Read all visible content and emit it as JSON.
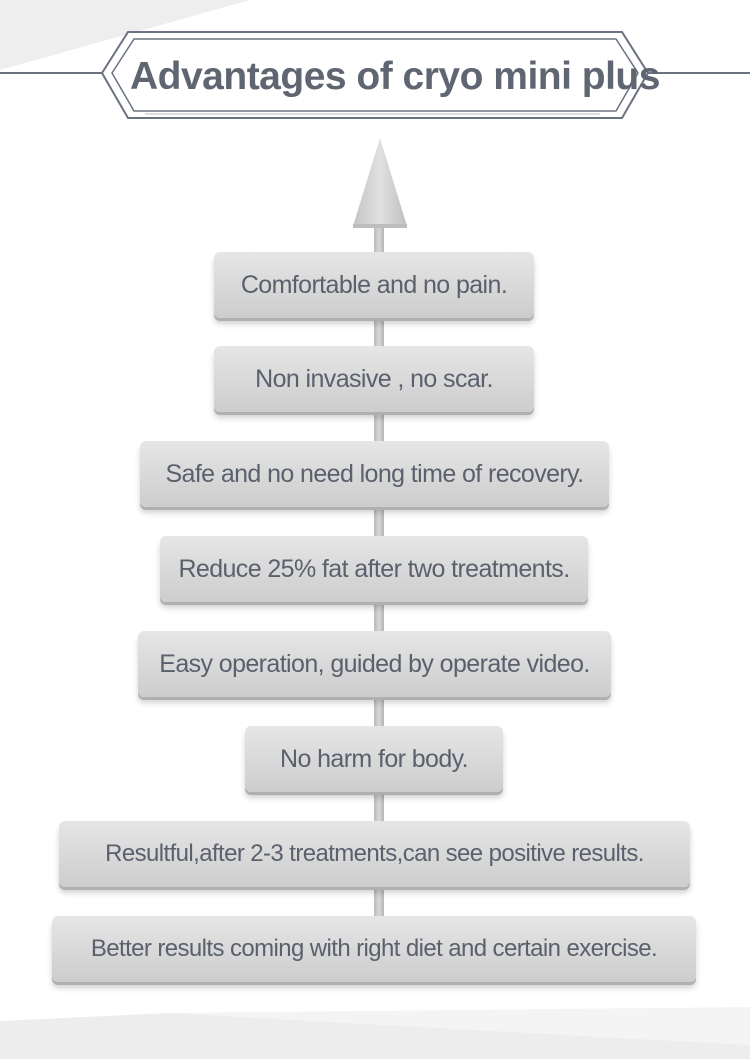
{
  "title": "Advantages of cryo mini plus",
  "advantages": [
    "Comfortable and no pain.",
    "Non invasive , no scar.",
    "Safe and no need long time of recovery.",
    "Reduce 25% fat after two treatments.",
    "Easy operation, guided by operate video.",
    "No harm for body.",
    "Resultful,after 2-3 treatments,can see positive results.",
    "Better results coming with right diet and certain exercise."
  ],
  "colors": {
    "text": "#5a616d",
    "box": "#d8d8d8",
    "frame": "#6b7280",
    "arrow": "#cfcfcf"
  }
}
